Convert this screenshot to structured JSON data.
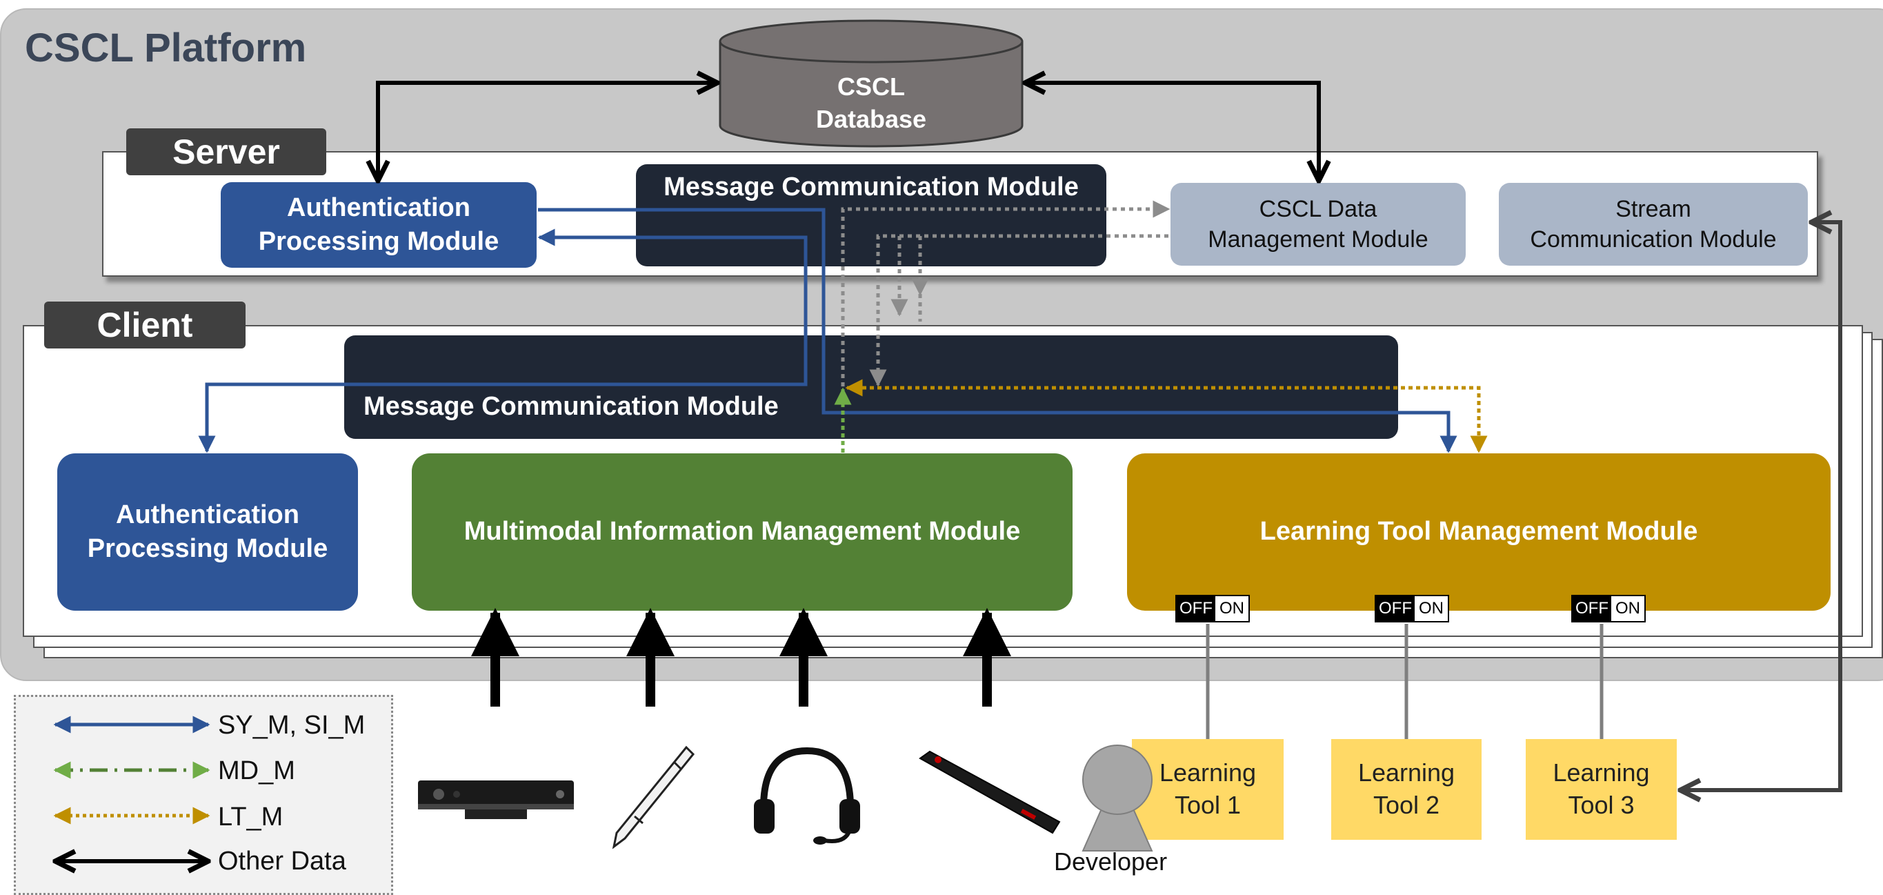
{
  "platform": {
    "title": "CSCL Platform"
  },
  "database": {
    "label_line1": "CSCL",
    "label_line2": "Database"
  },
  "server": {
    "tag": "Server",
    "auth_module": {
      "line1": "Authentication",
      "line2": "Processing Module"
    },
    "message_module": "Message Communication Module",
    "data_module": {
      "line1": "CSCL Data",
      "line2": "Management Module"
    },
    "stream_module": {
      "line1": "Stream",
      "line2": "Communication Module"
    }
  },
  "client": {
    "tag": "Client",
    "message_module": "Message Communication Module",
    "auth_module": {
      "line1": "Authentication",
      "line2": "Processing Module"
    },
    "multimodal_module": "Multimodal Information Management Module",
    "learning_tool_module": "Learning Tool Management Module",
    "switch": {
      "off": "OFF",
      "on": "ON"
    }
  },
  "tools": [
    {
      "line1": "Learning",
      "line2": "Tool 1"
    },
    {
      "line1": "Learning",
      "line2": "Tool 2"
    },
    {
      "line1": "Learning",
      "line2": "Tool 3"
    }
  ],
  "developer": {
    "label": "Developer"
  },
  "devices": {
    "icons": [
      "kinect-sensor-icon",
      "pen-icon",
      "headset-icon",
      "eye-tracker-icon"
    ]
  },
  "legend": {
    "items": [
      {
        "label": "SY_M, SI_M",
        "color": "#2e5597",
        "style": "solid"
      },
      {
        "label": "MD_M",
        "color": "#538135",
        "style": "dash-dot"
      },
      {
        "label": "LT_M",
        "color": "#bf8f00",
        "style": "dotted"
      },
      {
        "label": "Other Data",
        "color": "#000000",
        "style": "solid"
      }
    ]
  },
  "colors": {
    "auth_blue": "#2e5597",
    "dark_module": "#1f2735",
    "light_module": "#aab6c8",
    "multimodal_green": "#538135",
    "learning_gold": "#bf8f00",
    "tool_yellow": "#ffd966",
    "platform_gray": "#c8c8c8"
  }
}
